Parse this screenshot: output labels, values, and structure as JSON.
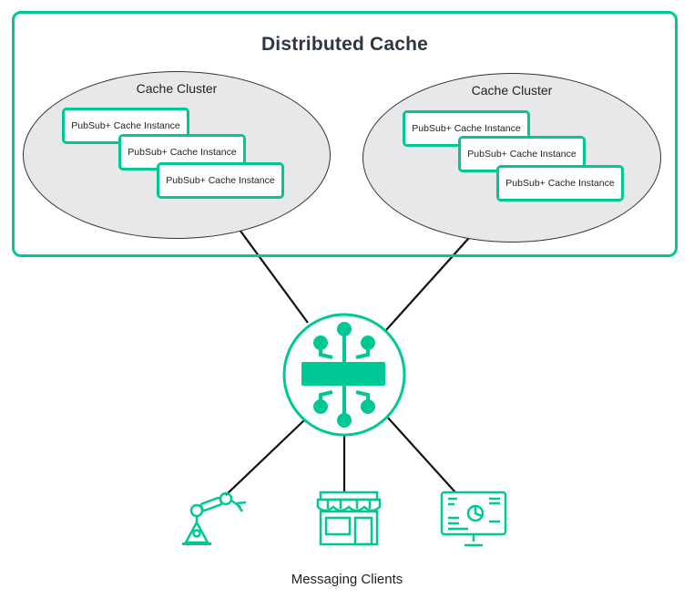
{
  "title": "Distributed Cache",
  "clusters": [
    {
      "label": "Cache Cluster",
      "instances": [
        "PubSub+ Cache Instance",
        "PubSub+ Cache Instance",
        "PubSub+ Cache Instance"
      ]
    },
    {
      "label": "Cache Cluster",
      "instances": [
        "PubSub+ Cache Instance",
        "PubSub+ Cache Instance",
        "PubSub+ Cache Instance"
      ]
    }
  ],
  "hub_icon": "event-broker-icon",
  "clients": [
    {
      "icon": "robotic-arm-icon"
    },
    {
      "icon": "storefront-icon"
    },
    {
      "icon": "dashboard-monitor-icon"
    }
  ],
  "footer_label": "Messaging Clients",
  "colors": {
    "accent": "#00c895",
    "cluster_fill": "#e8e8ea",
    "line": "#111111",
    "title": "#2d3642"
  }
}
